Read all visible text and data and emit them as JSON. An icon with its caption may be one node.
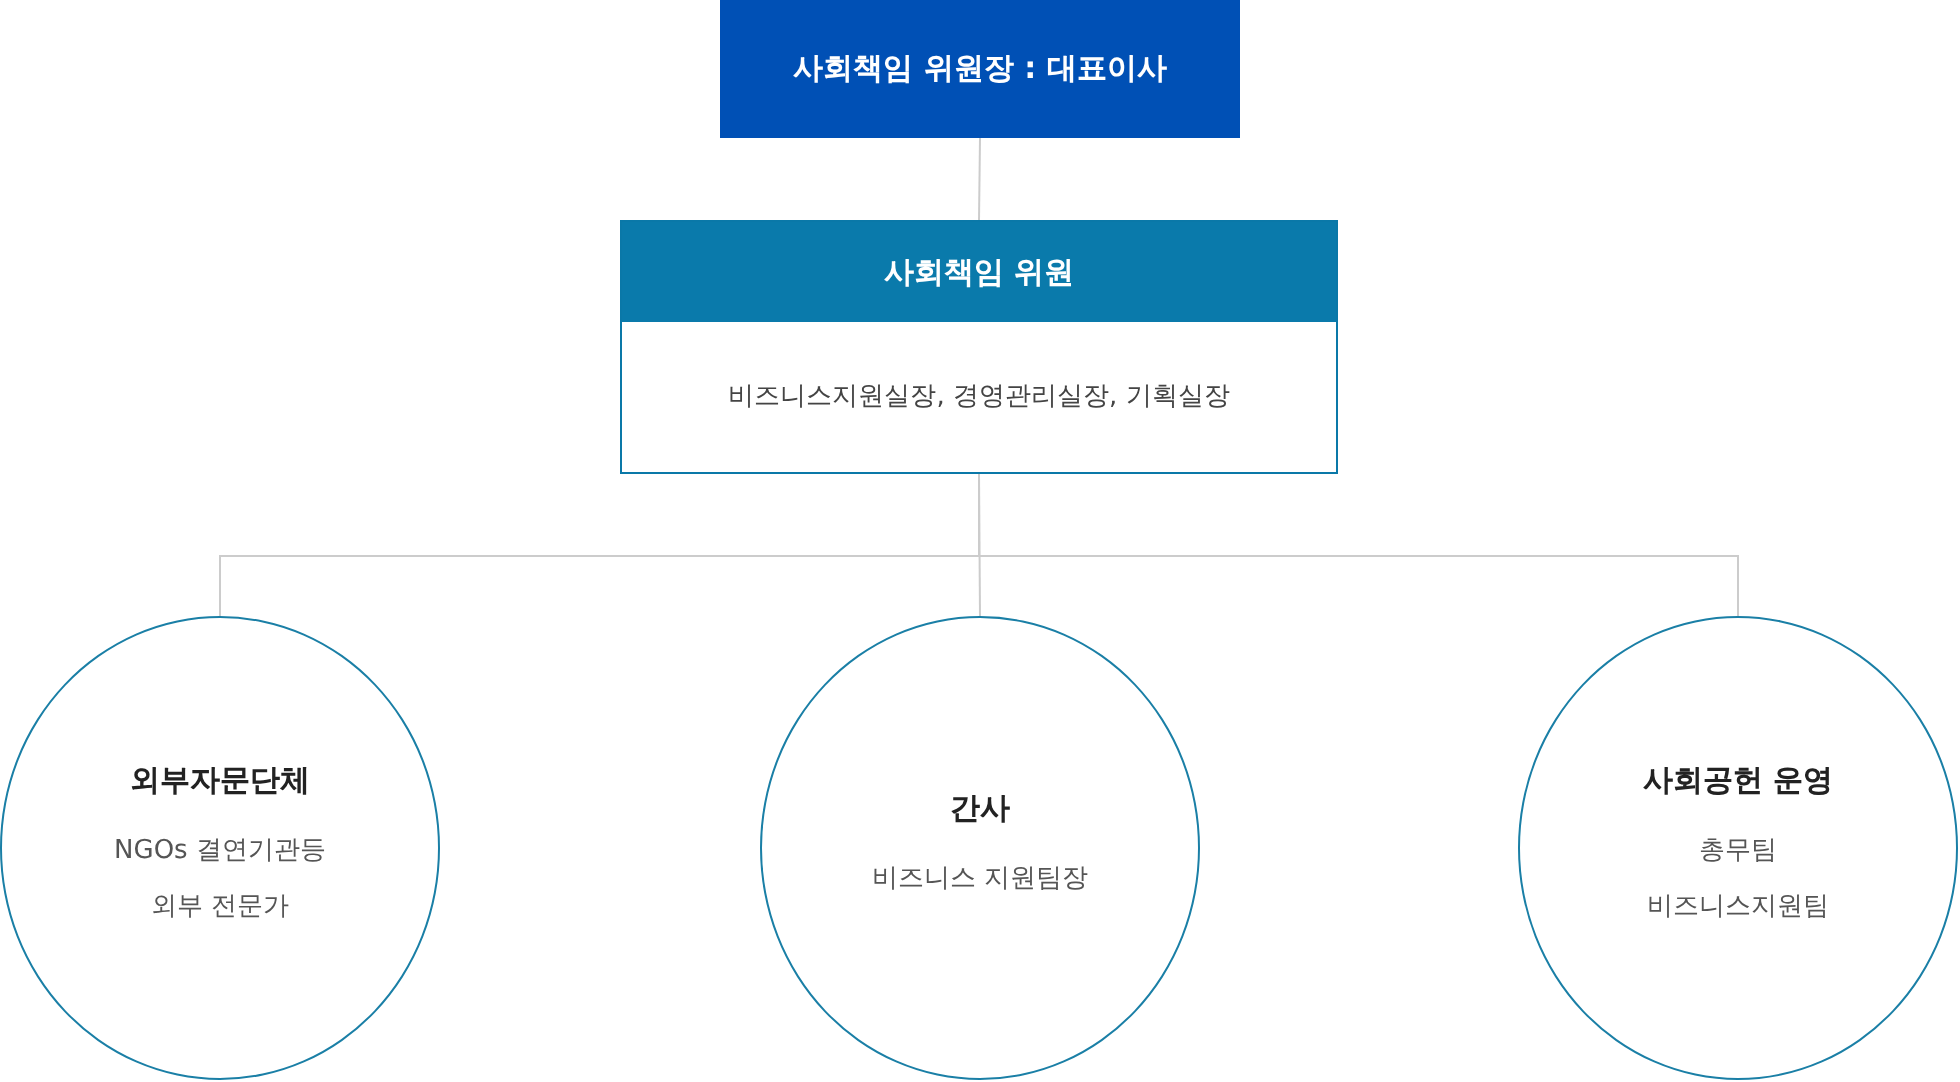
{
  "diagram": {
    "nodes": [
      {
        "text": [
          "사회책임 위원장 : 대표이사"
        ]
      },
      {
        "text": [
          "사회책임 위원",
          "비즈니스지원실장, 경영관리실장, 기획실장"
        ]
      },
      {
        "text": [
          "외부자문단체",
          "NGOs 결연기관등",
          "외부 전문가"
        ]
      },
      {
        "text": [
          "간사",
          "비즈니스 지원팀장"
        ]
      },
      {
        "text": [
          "사회공헌 운영",
          "총무팀",
          "비즈니스지원팀"
        ]
      }
    ],
    "edges": [
      {
        "from": 0,
        "to": 1,
        "arrow": "none"
      },
      {
        "from": 1,
        "to": 2,
        "arrow": "none"
      },
      {
        "from": 1,
        "to": 3,
        "arrow": "none"
      },
      {
        "from": 1,
        "to": 4,
        "arrow": "none"
      }
    ]
  }
}
